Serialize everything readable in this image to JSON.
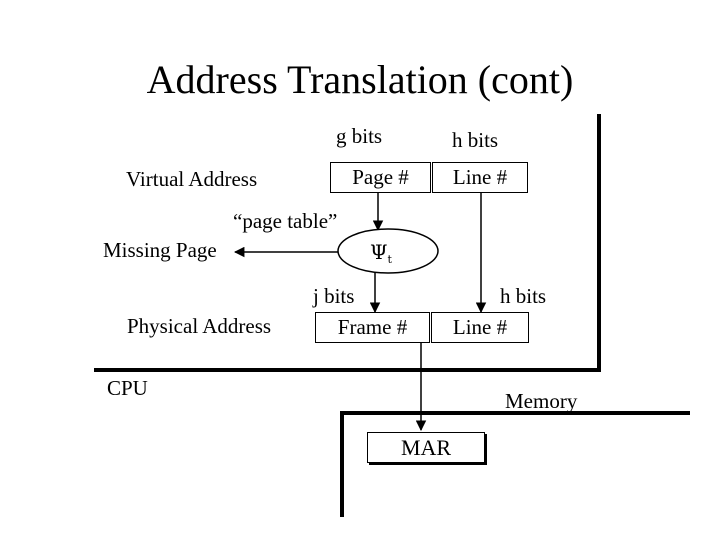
{
  "title": "Address Translation (cont)",
  "labels": {
    "g_bits": "g bits",
    "h_bits_top": "h bits",
    "virtual_address": "Virtual Address",
    "page_table": "“page table”",
    "missing_page": "Missing Page",
    "j_bits": "j bits",
    "h_bits_bottom": "h bits",
    "physical_address": "Physical Address",
    "cpu": "CPU",
    "memory": "Memory"
  },
  "boxes": {
    "page_num": "Page #",
    "line_num_top": "Line #",
    "frame_num": "Frame #",
    "line_num_bottom": "Line #",
    "mar": "MAR"
  },
  "mapping": {
    "symbol": "Ψ",
    "subscript": "t"
  }
}
